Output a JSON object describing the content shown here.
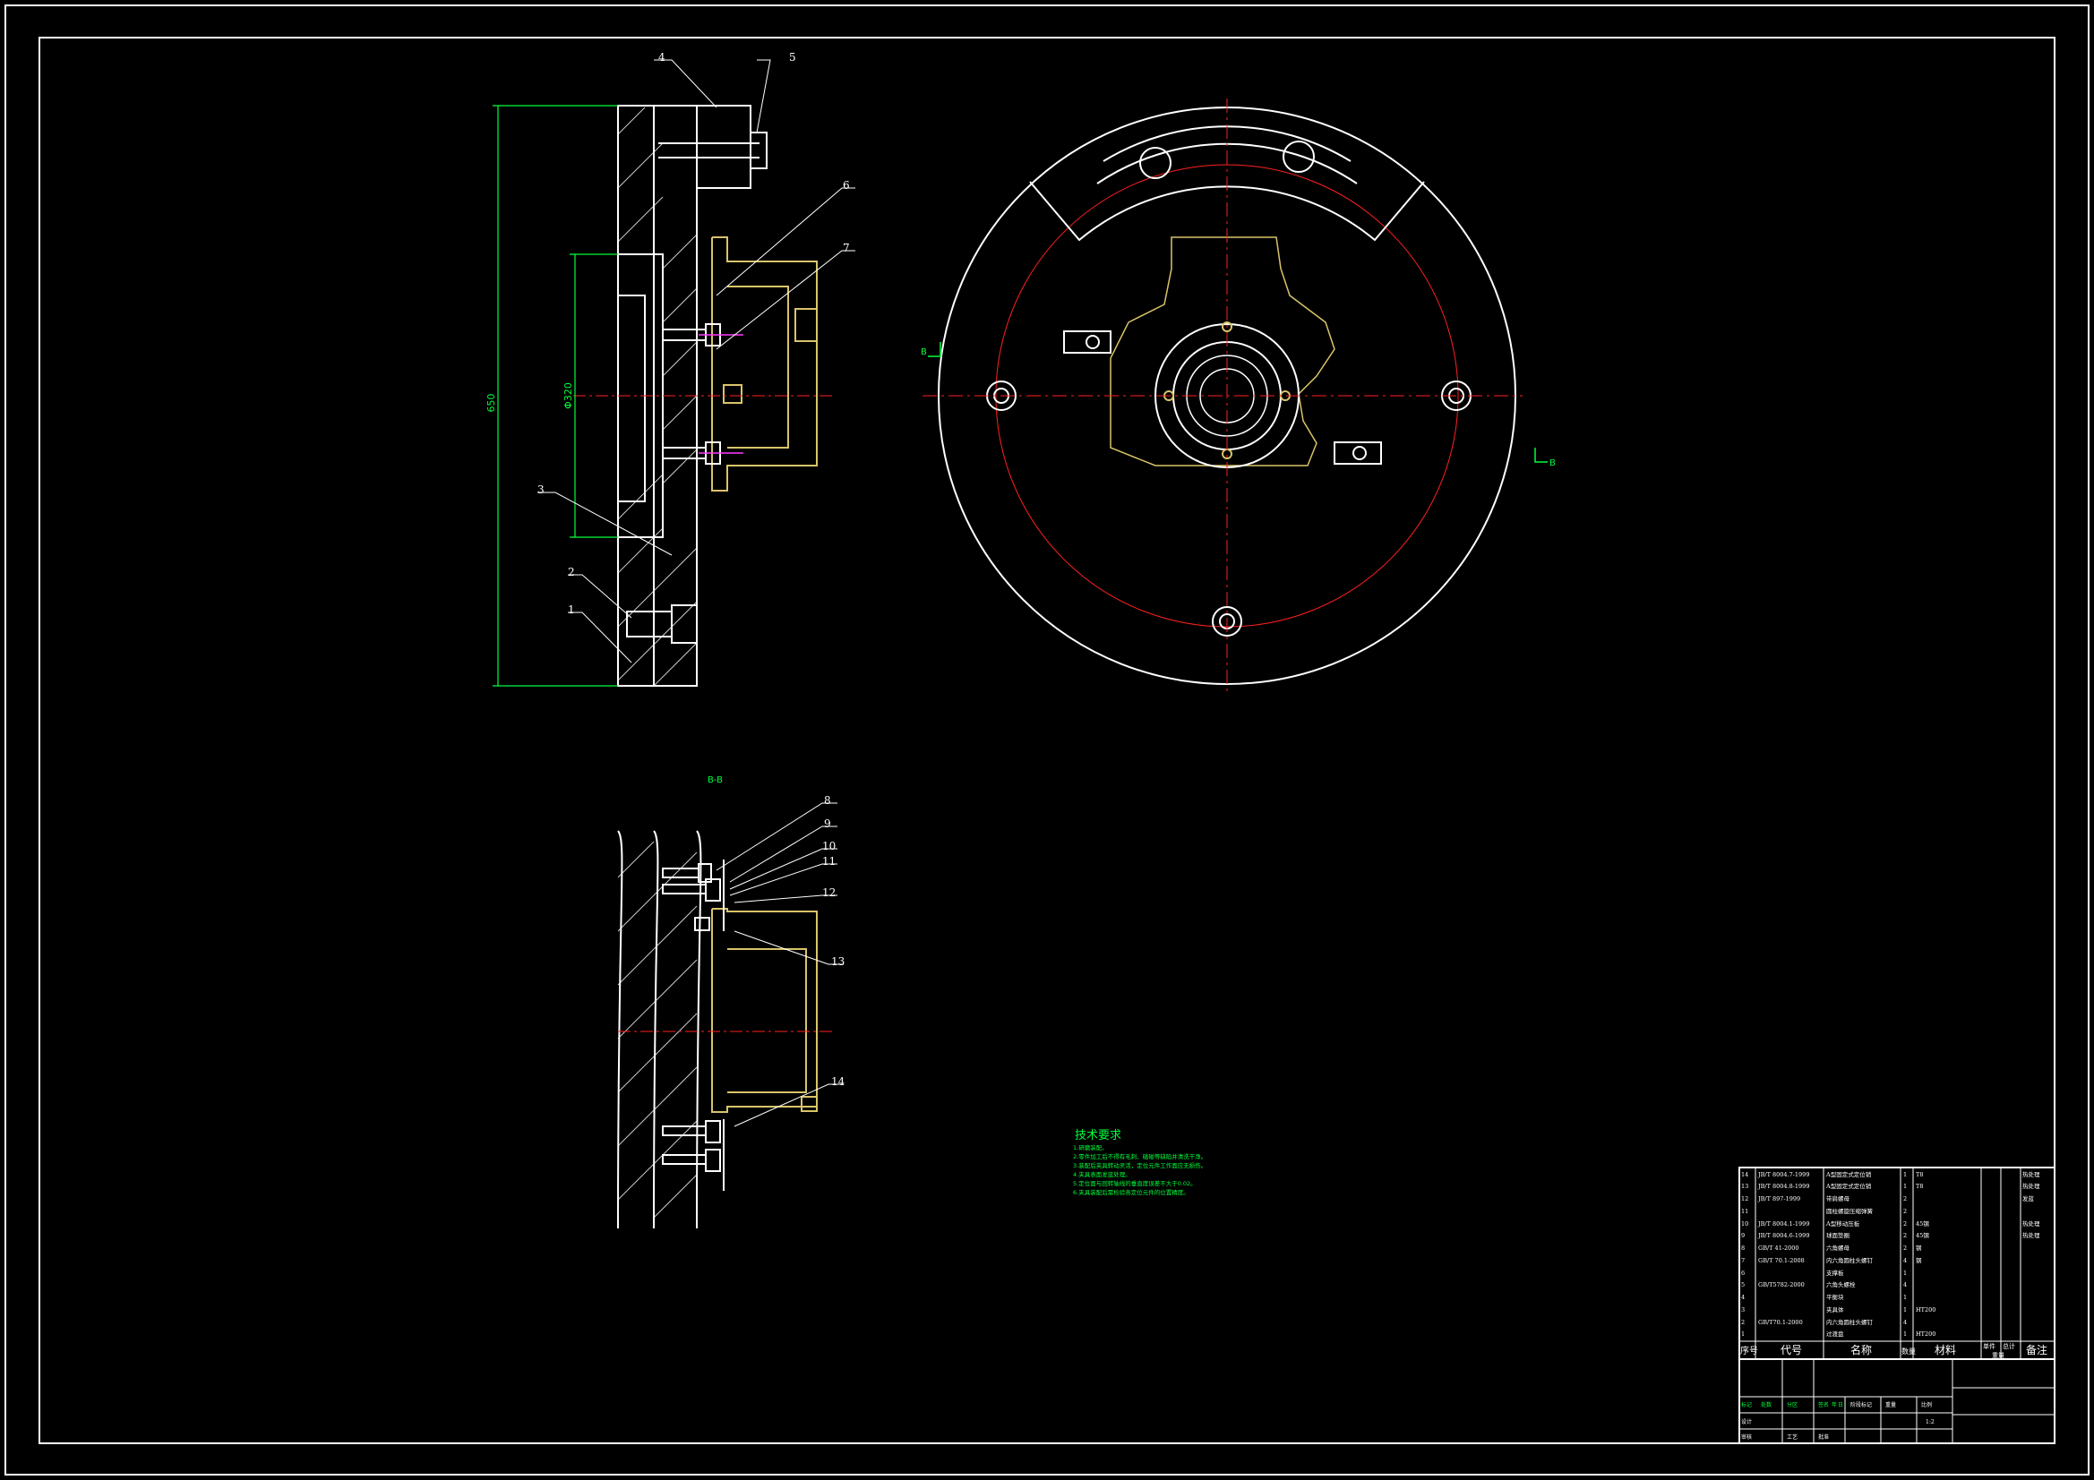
{
  "item_numbers": [
    "1",
    "2",
    "3",
    "4",
    "5",
    "6",
    "7",
    "8",
    "9",
    "10",
    "11",
    "12",
    "13",
    "14"
  ],
  "dimensions": {
    "overall_height": "650",
    "bore": "Φ320"
  },
  "section_marks": {
    "left_arrow": "B",
    "right_arrow": "B",
    "section_view_label": "B-B"
  },
  "technical_requirements": {
    "title": "技术要求",
    "lines": [
      "1.研磨装配。",
      "2.零件加工后不得有毛刺、磕碰等缺陷并清洗干净。",
      "3.装配后夹具转动灵活，定位元件工作面应无损伤。",
      "4.夹具表面发蓝处理。",
      "5.定位面与回转轴线的垂直度误差不大于0.02。",
      "6.夹具装配后需检验各定位元件的位置精度。"
    ]
  },
  "bom": {
    "rows": [
      {
        "no": "14",
        "code": "JB/T 8004.7-1999",
        "name": "A型固定式定位销",
        "qty": "1",
        "material": "T8",
        "note": "热处理"
      },
      {
        "no": "13",
        "code": "JB/T 8004.8-1999",
        "name": "A型固定式定位销",
        "qty": "1",
        "material": "T8",
        "note": "热处理"
      },
      {
        "no": "12",
        "code": "JB/T 897-1999",
        "name": "带肩螺母",
        "qty": "2",
        "material": "",
        "note": "发蓝"
      },
      {
        "no": "11",
        "code": "",
        "name": "圆柱螺旋压缩弹簧",
        "qty": "2",
        "material": "",
        "note": ""
      },
      {
        "no": "10",
        "code": "JB/T 8004.1-1999",
        "name": "A型移动压板",
        "qty": "2",
        "material": "45钢",
        "note": "热处理"
      },
      {
        "no": "9",
        "code": "JB/T 8004.6-1999",
        "name": "球面垫圈",
        "qty": "2",
        "material": "45钢",
        "note": "热处理"
      },
      {
        "no": "8",
        "code": "GB/T 41-2000",
        "name": "六角螺母",
        "qty": "2",
        "material": "钢",
        "note": ""
      },
      {
        "no": "7",
        "code": "GB/T 70.1-2008",
        "name": "内六角圆柱头螺钉",
        "qty": "4",
        "material": "钢",
        "note": ""
      },
      {
        "no": "6",
        "code": "",
        "name": "支撑板",
        "qty": "1",
        "material": "",
        "note": ""
      },
      {
        "no": "5",
        "code": "GB/T5782-2000",
        "name": "六角头螺栓",
        "qty": "4",
        "material": "",
        "note": ""
      },
      {
        "no": "4",
        "code": "",
        "name": "平衡块",
        "qty": "1",
        "material": "",
        "note": ""
      },
      {
        "no": "3",
        "code": "",
        "name": "夹具体",
        "qty": "1",
        "material": "HT200",
        "note": ""
      },
      {
        "no": "2",
        "code": "GB/T70.1-2000",
        "name": "内六角圆柱头螺钉",
        "qty": "4",
        "material": "",
        "note": ""
      },
      {
        "no": "1",
        "code": "",
        "name": "过渡盘",
        "qty": "1",
        "material": "HT200",
        "note": ""
      }
    ],
    "header": {
      "no": "序号",
      "code": "代号",
      "name": "名称",
      "qty": "数量",
      "material": "材料",
      "weight_single": "单件",
      "weight_total": "总计",
      "weight": "重量",
      "note": "备注"
    },
    "title_block": {
      "c1": "标记",
      "c2": "处数",
      "c3": "分区",
      "c4": "签名",
      "c5": "年",
      "c6": "日",
      "d1": "设计",
      "d2": "审核",
      "d3": "工艺",
      "d4": "批准",
      "s1": "阶段标记",
      "s2": "重量",
      "s3": "比例",
      "scale": "1:2"
    }
  },
  "colors": {
    "background": "#000000",
    "outline": "#ffffff",
    "dimension": "#00ff3c",
    "center_line": "#ff2020",
    "hidden_part": "#d9c46a",
    "bolt": "#ff3cff"
  }
}
